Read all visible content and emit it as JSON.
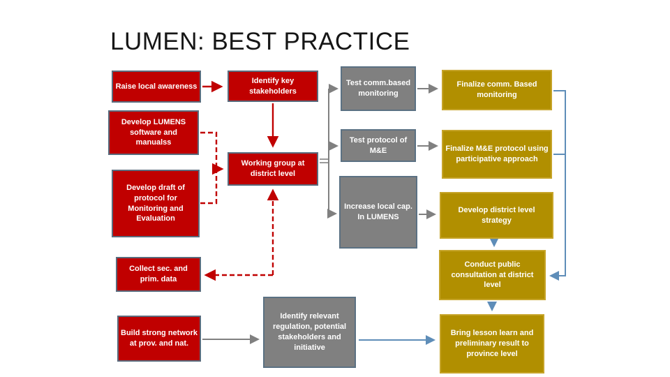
{
  "title": "LUMEN: BEST PRACTICE",
  "colors": {
    "red_box_fill": "#C00000",
    "red_box_border": "#5A6B7D",
    "gray_box_fill": "#808080",
    "gray_box_border": "#5B7183",
    "gold_box_fill": "#B18F00",
    "gold_box_border": "#C6A429",
    "red_connector": "#C00000",
    "gray_connector": "#808080",
    "blue_connector": "#5E8DB8",
    "box_text": "#FFFFFF",
    "title_text": "#161616",
    "background": "#FFFFFF"
  },
  "boxes": [
    {
      "id": "raise-local-awareness",
      "color": "red",
      "label": "Raise local awareness"
    },
    {
      "id": "identify-key-stakeholders",
      "color": "red",
      "label": "Identify key stakeholders"
    },
    {
      "id": "test-comm-based-monitoring",
      "color": "gray",
      "label": "Test comm.based monitoring"
    },
    {
      "id": "finalize-comm-based-monitoring",
      "color": "gold",
      "label": "Finalize comm. Based monitoring"
    },
    {
      "id": "develop-lumens-software",
      "color": "red",
      "label": "Develop LUMENS software and manualss"
    },
    {
      "id": "working-group-district",
      "color": "red",
      "label": "Working group at district level"
    },
    {
      "id": "test-protocol-me",
      "color": "gray",
      "label": "Test protocol of M&E"
    },
    {
      "id": "finalize-me-protocol",
      "color": "gold",
      "label": "Finalize M&E protocol using participative approach"
    },
    {
      "id": "develop-draft-protocol",
      "color": "red",
      "label": "Develop draft of protocol for Monitoring and Evaluation"
    },
    {
      "id": "increase-local-cap",
      "color": "gray",
      "label": "Increase local cap. In LUMENS"
    },
    {
      "id": "develop-district-strategy",
      "color": "gold",
      "label": "Develop district level strategy"
    },
    {
      "id": "collect-data",
      "color": "red",
      "label": "Collect sec. and prim. data"
    },
    {
      "id": "conduct-public-consultation",
      "color": "gold",
      "label": "Conduct public consultation  at district level"
    },
    {
      "id": "build-strong-network",
      "color": "red",
      "label": "Build strong network at prov. and nat."
    },
    {
      "id": "identify-relevant-regulation",
      "color": "gray",
      "label": "Identify relevant regulation, potential stakeholders and initiative"
    },
    {
      "id": "bring-lesson-learn",
      "color": "gold",
      "label": "Bring lesson learn and preliminary result to province level"
    }
  ],
  "connections": [
    {
      "from": "raise-local-awareness",
      "to": "identify-key-stakeholders",
      "style": "red-solid"
    },
    {
      "from": "identify-key-stakeholders",
      "to": "working-group-district",
      "style": "red-solid"
    },
    {
      "from": "develop-lumens-software",
      "to": "working-group-district",
      "style": "red-dashed"
    },
    {
      "from": "develop-draft-protocol",
      "to": "working-group-district",
      "style": "red-dashed"
    },
    {
      "from": "working-group-district",
      "to": "collect-data",
      "style": "red-dashed-double-arrow"
    },
    {
      "from": "working-group-district",
      "to": "test-comm-based-monitoring",
      "style": "gray-double-branch"
    },
    {
      "from": "working-group-district",
      "to": "test-protocol-me",
      "style": "gray-double-branch"
    },
    {
      "from": "working-group-district",
      "to": "increase-local-cap",
      "style": "gray-double-branch"
    },
    {
      "from": "test-comm-based-monitoring",
      "to": "finalize-comm-based-monitoring",
      "style": "gray-solid"
    },
    {
      "from": "test-protocol-me",
      "to": "finalize-me-protocol",
      "style": "gray-solid"
    },
    {
      "from": "increase-local-cap",
      "to": "develop-district-strategy",
      "style": "gray-solid"
    },
    {
      "from": "build-strong-network",
      "to": "identify-relevant-regulation",
      "style": "gray-solid"
    },
    {
      "from": "finalize-comm-based-monitoring",
      "to": "conduct-public-consultation",
      "style": "blue-elbow"
    },
    {
      "from": "finalize-me-protocol",
      "to": "conduct-public-consultation",
      "style": "blue-elbow"
    },
    {
      "from": "develop-district-strategy",
      "to": "conduct-public-consultation",
      "style": "blue-solid"
    },
    {
      "from": "conduct-public-consultation",
      "to": "bring-lesson-learn",
      "style": "blue-solid"
    },
    {
      "from": "identify-relevant-regulation",
      "to": "bring-lesson-learn",
      "style": "blue-solid"
    }
  ]
}
